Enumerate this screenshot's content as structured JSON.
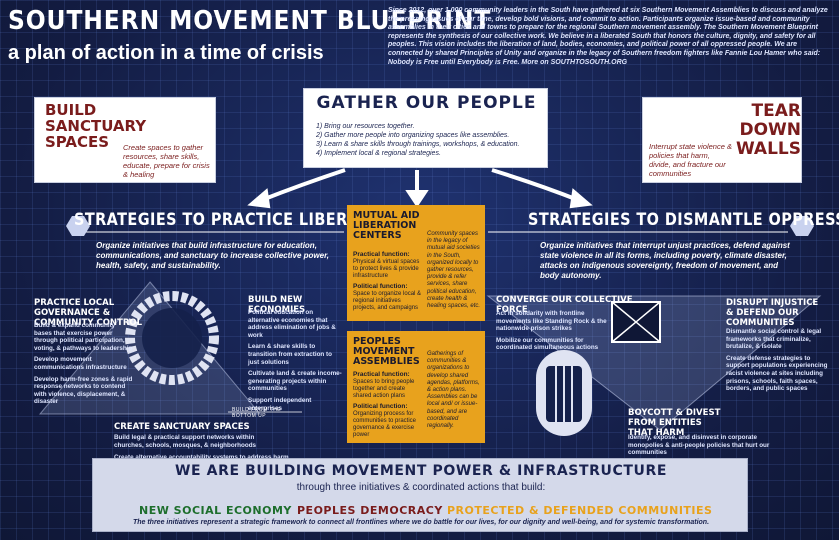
{
  "header": {
    "title": "SOUTHERN MOVEMENT BLUEPRINT",
    "subtitle": "a plan of action in a time of crisis",
    "intro": "Since 2012, over 1,000 community leaders in the South have gathered at six Southern Movement Assemblies to discuss and analyze the pressing issues of our time, develop bold visions, and commit to action. Participants organize issue-based and community assemblies in their cities and towns to prepare for the regional Southern movement assembly. The Southern Movement Blueprint represents the synthesis of our collective work. We believe in a liberated South that honors the culture, dignity, and safety for all peoples. This vision includes the liberation of land, bodies, economies, and political power of all oppressed people. We are connected by shared Principles of Unity and organize in the legacy of Southern freedom fighters like Fannie Lou Hamer who said: Nobody is Free until Everybody is Free. More on SOUTHTOSOUTH.ORG"
  },
  "sanctuary": {
    "title": "BUILD SANCTUARY SPACES",
    "desc": "Create spaces to gather resources, share skills, educate, prepare for crisis & healing"
  },
  "gather": {
    "title": "GATHER OUR PEOPLE",
    "items": [
      "1) Bring our resources together.",
      "2) Gather more people into organizing spaces like assemblies.",
      "3) Learn & share skills through trainings, workshops, & education.",
      "4) Implement local & regional strategies."
    ]
  },
  "tear": {
    "title": "TEAR DOWN WALLS",
    "desc": "Interrupt state violence & policies that harm, divide, and fracture our communities"
  },
  "liberation": {
    "heading": "STRATEGIES TO PRACTICE LIBERATION",
    "desc": "Organize initiatives that build infrastructure for education, communications, and sanctuary to increase collective power, health, safety, and sustainability."
  },
  "dismantle": {
    "heading": "STRATEGIES TO DISMANTLE OPPRESSION",
    "desc": "Organize initiatives that interrupt unjust practices, defend against state violence in all its forms, including poverty, climate disaster, attacks on indigenous sovereignty, freedom of movement, and body autonomy."
  },
  "mutual_aid": {
    "title": "MUTUAL AID LIBERATION CENTERS",
    "practical_label": "Practical function:",
    "practical_text": "Physical & virtual spaces to protect lives & provide infrastructure",
    "political_label": "Political function:",
    "political_text": "Space to organize local & regional initiatives projects, and campaigns",
    "side": "Community spaces in the legacy of mutual aid societies in the South, organized locally to gather resources, provide & refer services, share political education, create health & healing spaces, etc."
  },
  "assemblies": {
    "title": "PEOPLES MOVEMENT ASSEMBLIES",
    "practical_label": "Practical function:",
    "practical_text": "Spaces to bring people together and create shared action plans",
    "political_label": "Political function:",
    "political_text": "Organizing process for communities to practice governance & exercise power",
    "side": "Gatherings of communities & organizations to develop shared agendas, platforms, & action plans. Assemblies can be local and/ or issue-based, and are coordinated regionally."
  },
  "left_cluster": {
    "governance_heading": "PRACTICE LOCAL GOVERNANCE & COMMUNITY CONTROL",
    "governance_items": [
      "Build & expand community bases that exercise power through political participation, voting, & pathways to leadership",
      "Develop movement communications infrastructure",
      "Develop harm-free zones & rapid response networks to contend with violence, displacement, & disaster"
    ],
    "economies_heading": "BUILD NEW ECONOMIES",
    "economies_items": [
      "Political education on alternative economies that address elimination of jobs & work",
      "Learn & share skills to transition from extraction to just solutions",
      "Cultivate land & create income-generating projects within communities",
      "Support independent enterprises"
    ],
    "spaces_heading": "CREATE SANCTUARY SPACES",
    "spaces_items": [
      "Build legal & practical support networks within churches, schools, mosques, & neighborhoods",
      "Create alternative accountability systems to address harm"
    ],
    "build_label": "BUILD FROM THE BOTTOM UP"
  },
  "right_cluster": {
    "converge_heading": "CONVERGE OUR COLLECTIVE FORCE",
    "converge_items": [
      "Act in solidarity with frontline movements like Standing Rock & the nationwide prison strikes",
      "Mobilize our communities for coordinated simultaneous actions"
    ],
    "disrupt_heading": "DISRUPT INJUSTICE & DEFEND OUR COMMUNITIES",
    "disrupt_items": [
      "Dismantle social control & legal frameworks that criminalize, brutalize, & isolate",
      "Create defense strategies to support populations experiencing racist violence at sites including prisons, schools, faith spaces, borders, and public spaces"
    ],
    "boycott_heading": "BOYCOTT & DIVEST FROM ENTITIES THAT HARM",
    "boycott_items": [
      "Identify, expose, and disinvest in corporate monopolies & anti-people policies that hurt our communities"
    ]
  },
  "banner": {
    "title": "WE ARE BUILDING MOVEMENT POWER & INFRASTRUCTURE",
    "subtitle": "through three initiatives & coordinated actions that build:",
    "initiatives": [
      "NEW SOCIAL ECONOMY",
      "PEOPLES DEMOCRACY",
      "PROTECTED & DEFENDED COMMUNITIES"
    ],
    "footer": "The three initiatives represent a strategic framework to connect all frontlines where we do battle for our lives, for our dignity and well-being, and for systemic transformation."
  },
  "colors": {
    "background": "#14204a",
    "maroon": "#7a1c1c",
    "gold": "#e8a21d",
    "navy": "#1a2350",
    "green": "#1d6e2c"
  },
  "icons": {
    "left_ring": "bead-ring-icon",
    "right_triangle": "inverted-triangle-icon",
    "hexagons": "hexagon-icon"
  }
}
